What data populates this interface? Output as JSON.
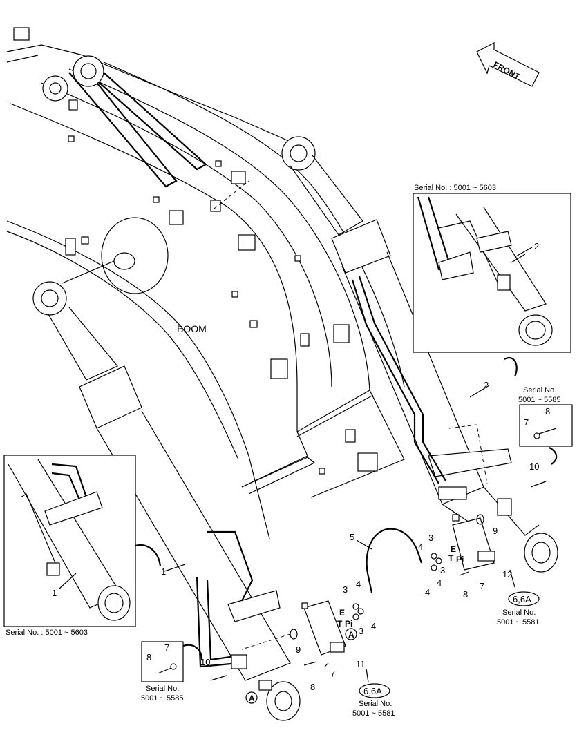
{
  "labels": {
    "front": "FRONT",
    "boom": "BOOM",
    "inset_right_serial": "Serial No. : 5001 ~ 5603",
    "inset_left_serial": "Serial No. : 5001 ~ 5603",
    "serial_no": "Serial No.",
    "serial_5585": "5001 ~ 5585",
    "serial_5581": "5001 ~ 5581",
    "ref_6_6a": "6,6A",
    "circle_a": "A",
    "port_E": "E",
    "port_T": "T",
    "port_Pi": "Pi"
  },
  "part_numbers": {
    "p1": "1",
    "p2": "2",
    "p3": "3",
    "p4": "4",
    "p5": "5",
    "p7": "7",
    "p8": "8",
    "p9": "9",
    "p10": "10",
    "p11": "11",
    "p12": "12"
  }
}
